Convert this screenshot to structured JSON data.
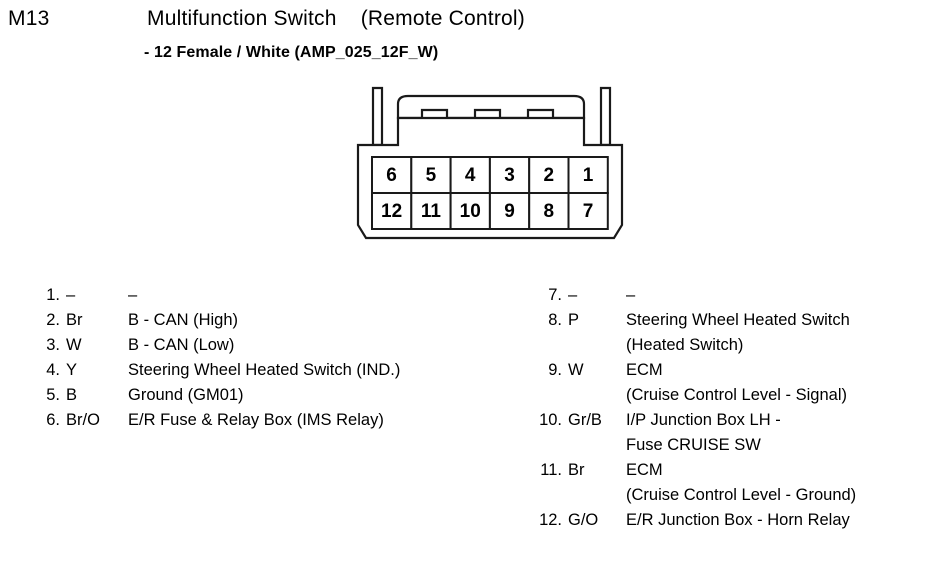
{
  "header": {
    "code": "M13",
    "title": "Multifunction Switch    (Remote Control)",
    "subtitle": "- 12 Female / White (AMP_025_12F_W)"
  },
  "connector": {
    "rows": [
      {
        "cells": [
          "6",
          "5",
          "4",
          "3",
          "2",
          "1"
        ]
      },
      {
        "cells": [
          "12",
          "11",
          "10",
          "9",
          "8",
          "7"
        ]
      }
    ],
    "line_color": "#1a1a1a",
    "fill_color": "#ffffff"
  },
  "pins_left": [
    {
      "index": "1.",
      "color": "–",
      "desc": "–",
      "cont": []
    },
    {
      "index": "2.",
      "color": "Br",
      "desc": "B - CAN (High)",
      "cont": []
    },
    {
      "index": "3.",
      "color": "W",
      "desc": "B - CAN (Low)",
      "cont": []
    },
    {
      "index": "4.",
      "color": "Y",
      "desc": "Steering Wheel Heated Switch (IND.)",
      "cont": []
    },
    {
      "index": "5.",
      "color": "B",
      "desc": "Ground (GM01)",
      "cont": []
    },
    {
      "index": "6.",
      "color": "Br/O",
      "desc": "E/R Fuse & Relay Box (IMS Relay)",
      "cont": []
    }
  ],
  "pins_right": [
    {
      "index": "7.",
      "color": "–",
      "desc": "–",
      "cont": []
    },
    {
      "index": "8.",
      "color": "P",
      "desc": "Steering Wheel Heated Switch",
      "cont": [
        "(Heated Switch)"
      ]
    },
    {
      "index": "9.",
      "color": "W",
      "desc": "ECM",
      "cont": [
        "(Cruise Control Level - Signal)"
      ]
    },
    {
      "index": "10.",
      "color": "Gr/B",
      "desc": "I/P Junction Box LH -",
      "cont": [
        "Fuse CRUISE SW"
      ]
    },
    {
      "index": "11.",
      "color": "Br",
      "desc": "ECM",
      "cont": [
        "(Cruise Control Level - Ground)"
      ]
    },
    {
      "index": "12.",
      "color": "G/O",
      "desc": "E/R Junction Box - Horn Relay",
      "cont": []
    }
  ]
}
